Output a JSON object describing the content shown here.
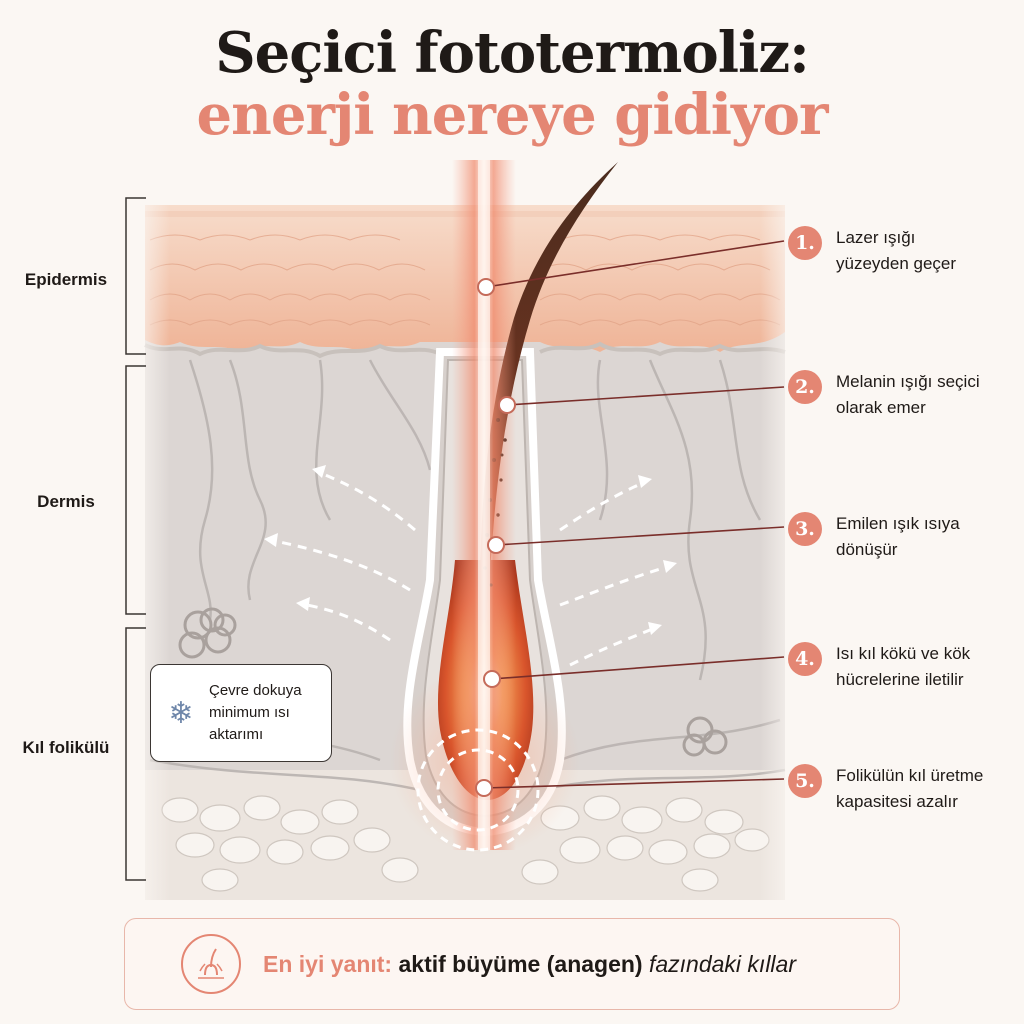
{
  "title": {
    "line1": "Seçici fototermoliz:",
    "line2": "enerji nereye gidiyor"
  },
  "layers": [
    {
      "label": "Epidermis"
    },
    {
      "label": "Dermis"
    },
    {
      "label": "Kıl folikülü"
    }
  ],
  "steps": [
    {
      "num": "1.",
      "text": "Lazer ışığı yüzeyden geçer"
    },
    {
      "num": "2.",
      "text": "Melanin ışığı seçici olarak emer"
    },
    {
      "num": "3.",
      "text": "Emilen ışık ısıya dönüşür"
    },
    {
      "num": "4.",
      "text": "Isı kıl kökü ve kök hücrelerine iletilir"
    },
    {
      "num": "5.",
      "text": "Folikülün kıl üretme kapasitesi azalır"
    }
  ],
  "note": {
    "icon": "snowflake-icon",
    "text": "Çevre dokuya minimum ısı aktarımı"
  },
  "answer": {
    "icon": "hair-follicle-icon",
    "lead": "En iyi yanıt:",
    "bold": "aktif büyüme (anagen)",
    "italic": "fazındaki kıllar"
  },
  "colors": {
    "accent": "#e48673",
    "dark": "#1f1a17",
    "epidermis": "#f2c3a9",
    "dermis": "#dcd6d3",
    "fat": "#eee7e1",
    "laser": "#f08a6d"
  }
}
